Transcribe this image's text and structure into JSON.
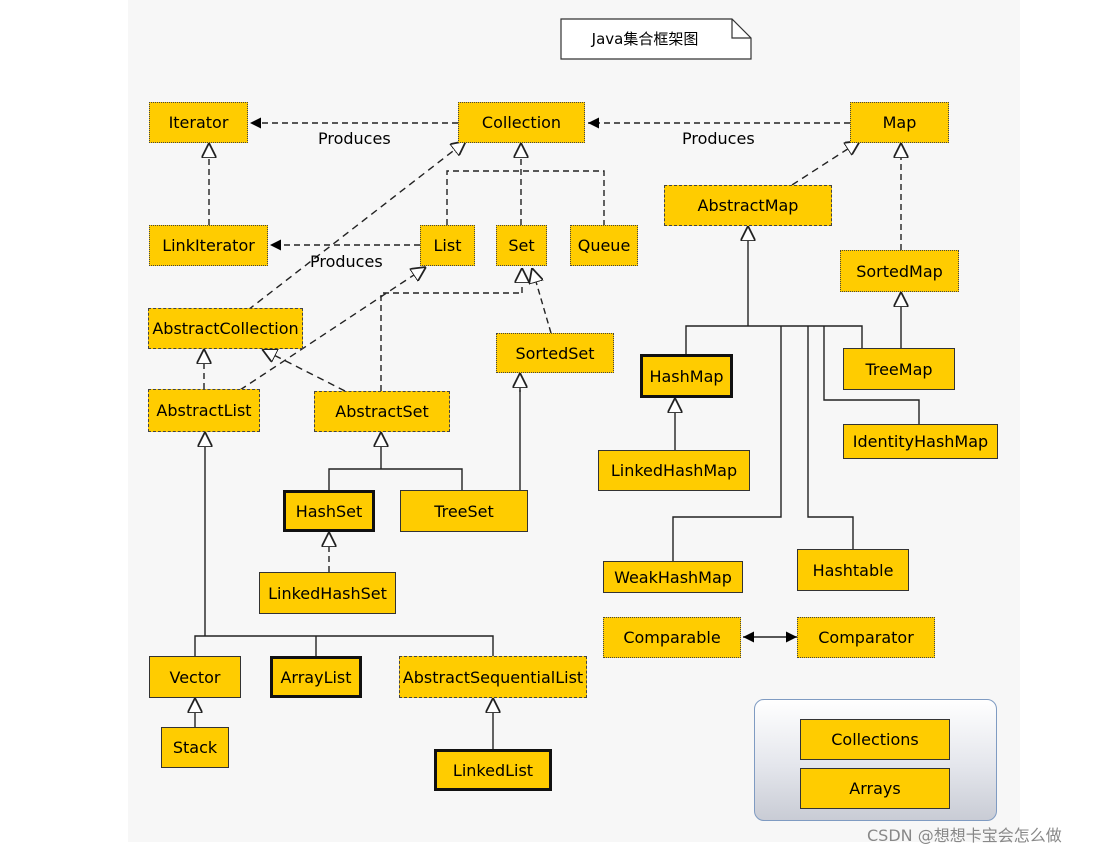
{
  "title": "Java集合框架图",
  "boxes": {
    "iterator": "Iterator",
    "collection": "Collection",
    "map": "Map",
    "link_iterator": "LinkIterator",
    "list": "List",
    "set": "Set",
    "queue": "Queue",
    "abstract_map": "AbstractMap",
    "sorted_map": "SortedMap",
    "abstract_collection": "AbstractCollection",
    "sorted_set": "SortedSet",
    "hash_map": "HashMap",
    "tree_map": "TreeMap",
    "abstract_list": "AbstractList",
    "abstract_set": "AbstractSet",
    "identity_hash_map": "IdentityHashMap",
    "linked_hash_map": "LinkedHashMap",
    "hash_set": "HashSet",
    "tree_set": "TreeSet",
    "weak_hash_map": "WeakHashMap",
    "hashtable": "Hashtable",
    "linked_hash_set": "LinkedHashSet",
    "comparable": "Comparable",
    "comparator": "Comparator",
    "vector": "Vector",
    "array_list": "ArrayList",
    "abstract_sequential_list": "AbstractSequentialList",
    "stack": "Stack",
    "linked_list": "LinkedList",
    "collections": "Collections",
    "arrays": "Arrays"
  },
  "labels": {
    "produces_iterator": "Produces",
    "produces_map": "Produces",
    "produces_list": "Produces"
  },
  "watermark": "CSDN @想想卡宝会怎么做"
}
